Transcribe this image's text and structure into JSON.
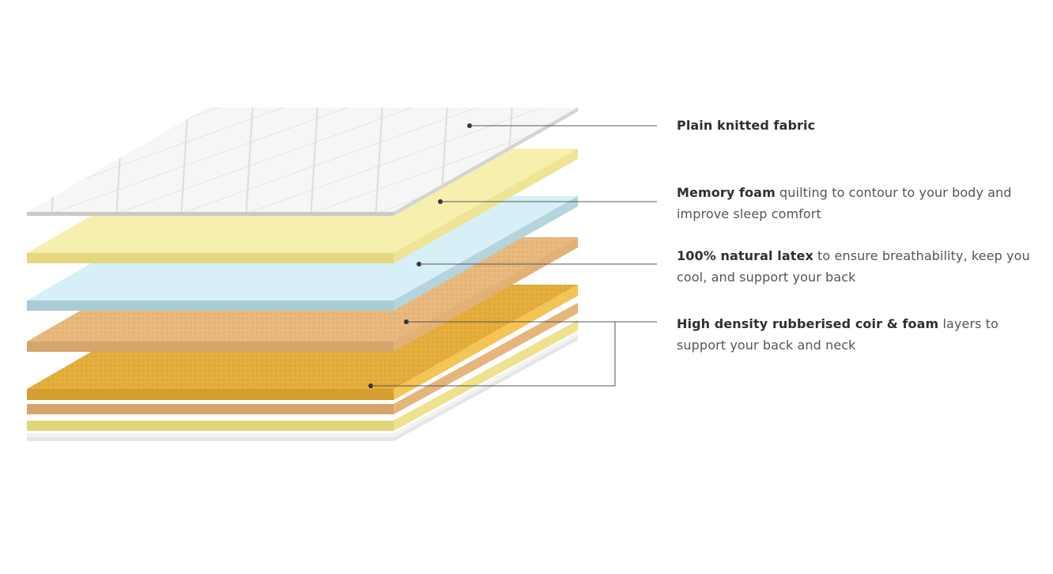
{
  "labels": {
    "fabric": {
      "bold": "Plain knitted fabric",
      "rest": ""
    },
    "memory": {
      "bold": "Memory foam",
      "rest": " quilting to contour to your body and improve sleep comfort"
    },
    "latex": {
      "bold": "100% natural latex",
      "rest": " to ensure breathability, keep you cool, and support your back"
    },
    "coir": {
      "bold": "High density rubberised coir & foam",
      "rest": " layers to support your back and neck"
    }
  },
  "colors": {
    "fabric_top": "#f4f4f4",
    "fabric_edge": "#c9c9c9",
    "memory_top": "#f7efad",
    "memory_edge": "#e4d77f",
    "latex_top": "#d7f0f8",
    "latex_edge": "#a9ccd6",
    "coir_top": "#e8b87c",
    "coir_edge": "#d6a56c",
    "foam_top": "#e5ad3a",
    "foam_edge": "#d69e2f",
    "leader_line": "#555555"
  }
}
